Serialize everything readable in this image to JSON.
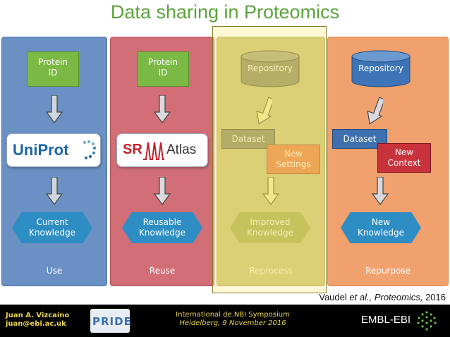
{
  "title": "Data sharing in Proteomics",
  "columns": [
    {
      "id": "use",
      "top": "Protein\nID",
      "middle": "UniProt",
      "bottom": "Current\nKnowledge",
      "label": "Use"
    },
    {
      "id": "reuse",
      "top": "Protein\nID",
      "middle": "SRM Atlas",
      "bottom": "Reusable\nKnowledge",
      "label": "Reuse"
    },
    {
      "id": "reprocess",
      "top": "Repository",
      "dataset": "Dataset",
      "settings": "New\nSettings",
      "bottom": "Improved\nKnowledge",
      "label": "Reprocess"
    },
    {
      "id": "repurpose",
      "top": "Repository",
      "dataset": "Dataset",
      "context": "New\nContext",
      "bottom": "New\nKnowledge",
      "label": "Repurpose"
    }
  ],
  "labels": {
    "protein_id_line1": "Protein",
    "protein_id_line2": "ID",
    "uniprot": "UniProt",
    "srm_sr": "SR",
    "srm_atlas": "Atlas",
    "repository": "Repository",
    "dataset": "Dataset",
    "new_settings_1": "New",
    "new_settings_2": "Settings",
    "new_context_1": "New",
    "new_context_2": "Context",
    "current_1": "Current",
    "current_2": "Knowledge",
    "reusable_1": "Reusable",
    "reusable_2": "Knowledge",
    "improved_1": "Improved",
    "improved_2": "Knowledge",
    "new_know_1": "New",
    "new_know_2": "Knowledge",
    "use": "Use",
    "reuse": "Reuse",
    "reprocess": "Reprocess",
    "repurpose": "Repurpose"
  },
  "citation": {
    "authors": "Vaudel ",
    "etal": "et al., ",
    "journal": "Proteomics,",
    "year": " 2016"
  },
  "footer": {
    "author": "Juan A. Vizcaíno",
    "email": "juan@ebi.ac.uk",
    "logo": "PRIDE",
    "event": "International de.NBI Symposium",
    "event_sub": "Heidelberg, 9 November 2016",
    "org": "EMBL-EBI"
  },
  "colors": {
    "title": "#5aa33a",
    "use": "#6b90c4",
    "reuse": "#d16e76",
    "reprocess": "#c9c26a",
    "repurpose": "#f1a16d"
  }
}
